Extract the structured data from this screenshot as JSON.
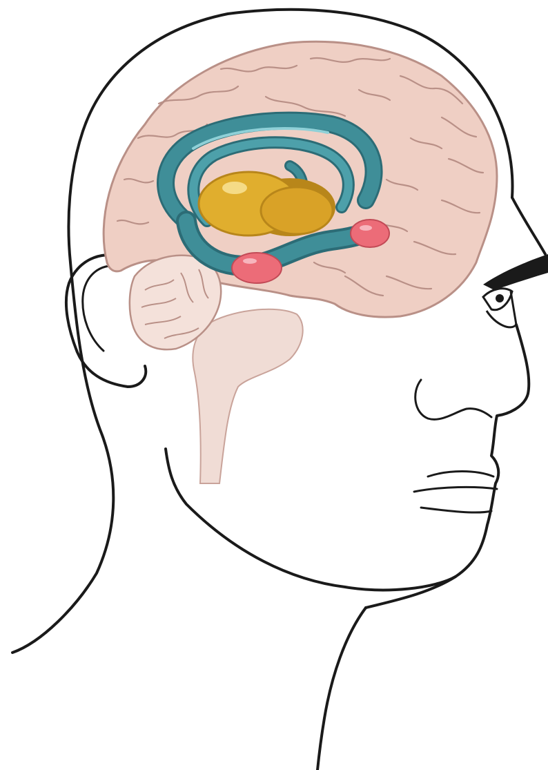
{
  "diagram": {
    "colors": {
      "background": "#ffffff",
      "outline": "#1a1a1a",
      "brain_fill": "#efcfc4",
      "brain_detail": "#b99087",
      "brainstem_fill": "#f0dcd5",
      "limbic_teal": "#3f8e98",
      "limbic_teal_dark": "#2c6c76",
      "thalamus_gold": "#e0ae2e",
      "thalamus_shadow": "#b8861a",
      "amygdala_pink": "#ec6c78",
      "cerebellum_fill": "#f4e1da"
    },
    "parts": [
      "head-outline",
      "ear",
      "eye",
      "nose",
      "mouth",
      "cerebrum",
      "cerebellum",
      "brainstem",
      "fornix",
      "hippocampus",
      "thalamus",
      "amygdala"
    ]
  }
}
